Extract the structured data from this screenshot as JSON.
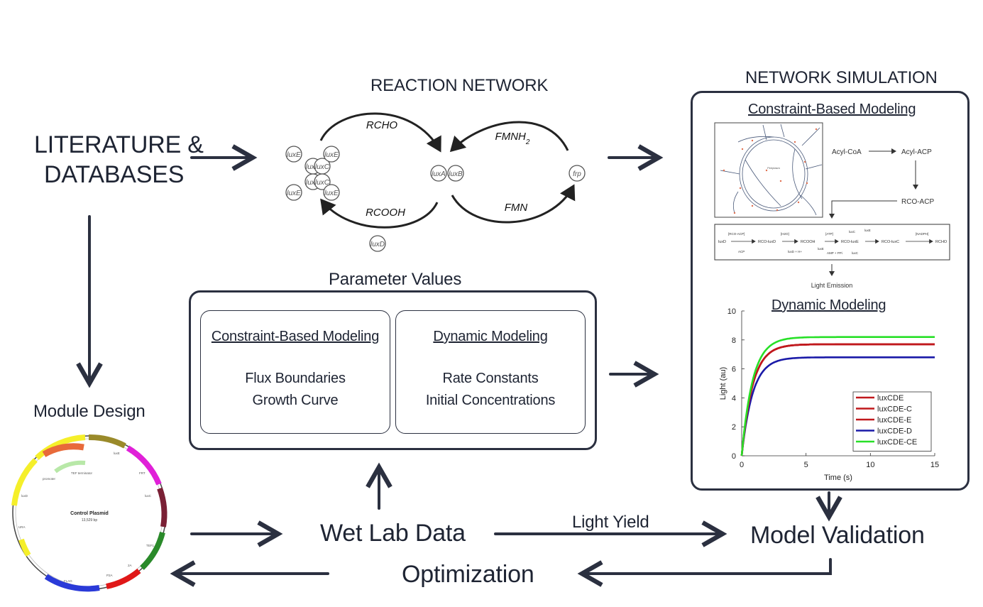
{
  "left": {
    "literature_line1": "LITERATURE &",
    "literature_line2": "DATABASES",
    "module_design": "Module Design",
    "plasmid_name": "Control Plasmid",
    "plasmid_size": "13,529 bp"
  },
  "reaction_network": {
    "title": "REACTION NETWORK",
    "rcho": "RCHO",
    "rcooh": "RCOOH",
    "fmnh2": "FMNH",
    "fmnh2_sub": "2",
    "fmn": "FMN",
    "nodes": [
      "luxE",
      "luxC",
      "luxA",
      "luxB",
      "luxD",
      "frp"
    ]
  },
  "parameters": {
    "title": "Parameter Values",
    "cbm_title": "Constraint-Based Modeling",
    "cbm_line1": "Flux Boundaries",
    "cbm_line2": "Growth Curve",
    "dyn_title": "Dynamic Modeling",
    "dyn_line1": "Rate Constants",
    "dyn_line2": "Initial Concentrations"
  },
  "simulation": {
    "title": "NETWORK SIMULATION",
    "cbm_title": "Constraint-Based Modeling",
    "dyn_title": "Dynamic Modeling",
    "pathway": {
      "acyl_coa": "Acyl-CoA",
      "acyl_acp": "Acyl-ACP",
      "rco_acp": "RCO-ACP",
      "light_emission": "Light Emission",
      "chain": [
        "luxD",
        "RCO-luxD",
        "RCOOH",
        "RCO-luxE",
        "RCO-luxC",
        "RCHO"
      ],
      "side": [
        "[RCO-ACP]",
        "ACP",
        "[H2O]",
        "luxD + H+",
        "[ATP]",
        "AMP + PPi",
        "luxE",
        "luxC",
        "luxE",
        "luxC",
        "[NADPH]"
      ]
    }
  },
  "bottom": {
    "wet_lab": "Wet Lab Data",
    "light_yield": "Light Yield",
    "model_validation": "Model Validation",
    "optimization": "Optimization"
  },
  "chart_data": {
    "type": "line",
    "title": "",
    "xlabel": "Time (s)",
    "ylabel": "Light (au)",
    "xlim": [
      0,
      15
    ],
    "ylim": [
      0,
      10
    ],
    "xticks": [
      0,
      5,
      10,
      15
    ],
    "yticks": [
      0,
      2,
      4,
      6,
      8,
      10
    ],
    "legend_position": "bottom-right",
    "series": [
      {
        "name": "luxCDE",
        "color": "#c0181c",
        "plateau": 7.7
      },
      {
        "name": "luxCDE-C",
        "color": "#c0181c",
        "plateau": 7.7
      },
      {
        "name": "luxCDE-E",
        "color": "#c0181c",
        "plateau": 7.7
      },
      {
        "name": "luxCDE-D",
        "color": "#1a1aa8",
        "plateau": 6.8
      },
      {
        "name": "luxCDE-CE",
        "color": "#27e027",
        "plateau": 8.2
      }
    ]
  },
  "colors": {
    "ink": "#1e2433",
    "box_border": "#2b3040"
  }
}
